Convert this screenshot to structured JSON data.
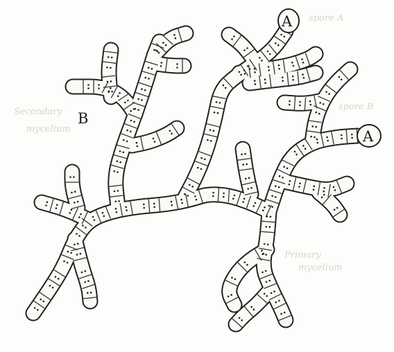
{
  "labels": {
    "apex_top": "A",
    "apex_right": "A",
    "branch": "B"
  },
  "faint_text": [
    "spore A",
    "Secondary",
    "mycelium",
    "spore B",
    "Primary",
    "mycelium"
  ],
  "colors": {
    "ink": "#222222",
    "paper": "#fafaf6",
    "faint_pencil": "#d4d4cf"
  }
}
